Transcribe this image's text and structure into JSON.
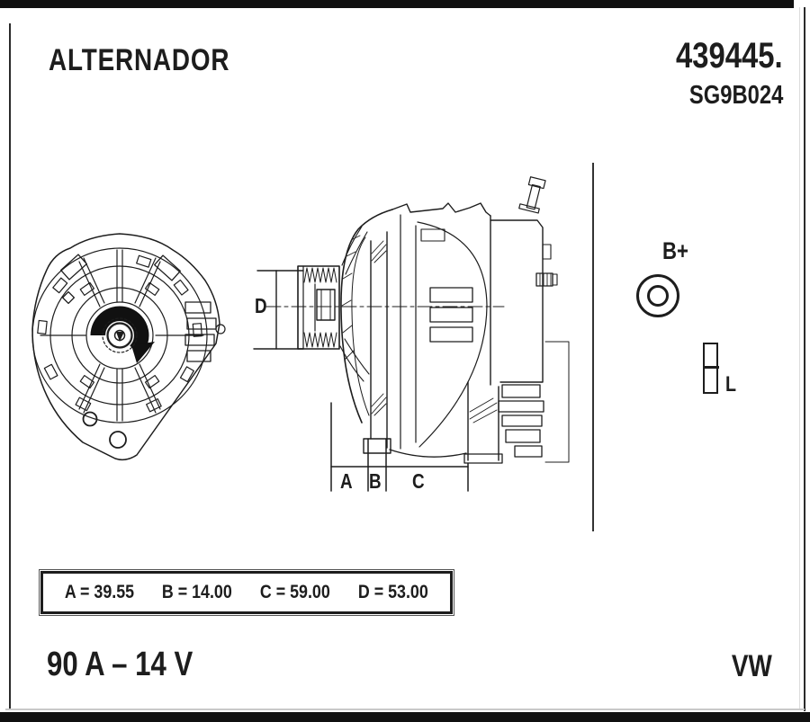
{
  "page": {
    "background": "#ffffff",
    "ink": "#1d1d1d"
  },
  "header": {
    "title": "ALTERNADOR",
    "part_number": "439445.",
    "part_code": "SG9B024"
  },
  "terminals": {
    "b_plus_label": "B+",
    "l_label": "L"
  },
  "dimension_labels": {
    "a": "A",
    "b": "B",
    "c": "C",
    "d": "D"
  },
  "dimensions_table": {
    "a": "A = 39.55",
    "b": "B = 14.00",
    "c": "C = 59.00",
    "d": "D = 53.00"
  },
  "footer": {
    "rating": "90 A – 14 V",
    "brand": "VW"
  }
}
